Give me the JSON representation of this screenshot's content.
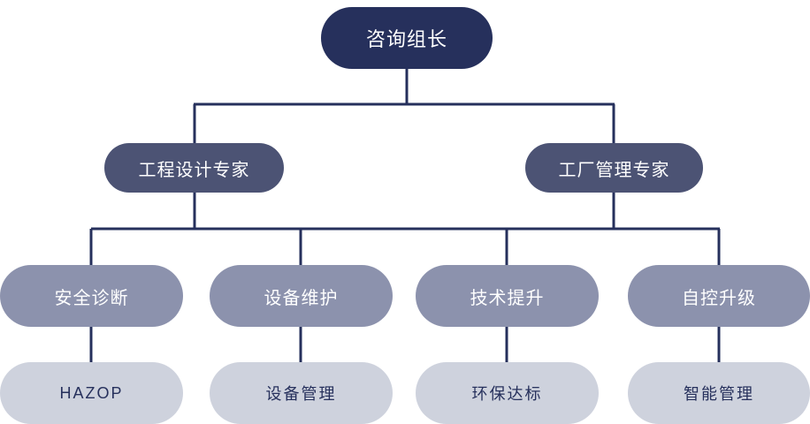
{
  "diagram": {
    "type": "organization-chart",
    "title": "",
    "colors": {
      "level1": "#26305c",
      "level2": "#4c5374",
      "level3": "#8c92ad",
      "level4": "#ced2dd",
      "connector": "#26305c",
      "background": "#ffffff",
      "text_light": "#ffffff",
      "text_dark": "#26305c"
    },
    "levels": [
      {
        "level": 1,
        "nodes": [
          {
            "id": "root",
            "label": "咨询组长"
          }
        ]
      },
      {
        "level": 2,
        "nodes": [
          {
            "id": "l2-1",
            "label": "工程设计专家"
          },
          {
            "id": "l2-2",
            "label": "工厂管理专家"
          }
        ]
      },
      {
        "level": 3,
        "nodes": [
          {
            "id": "l3-1",
            "label": "安全诊断"
          },
          {
            "id": "l3-2",
            "label": "设备维护"
          },
          {
            "id": "l3-3",
            "label": "技术提升"
          },
          {
            "id": "l3-4",
            "label": "自控升级"
          }
        ]
      },
      {
        "level": 4,
        "nodes": [
          {
            "id": "l4-1",
            "label": "HAZOP"
          },
          {
            "id": "l4-2",
            "label": "设备管理"
          },
          {
            "id": "l4-3",
            "label": "环保达标"
          },
          {
            "id": "l4-4",
            "label": "智能管理"
          }
        ]
      }
    ]
  }
}
